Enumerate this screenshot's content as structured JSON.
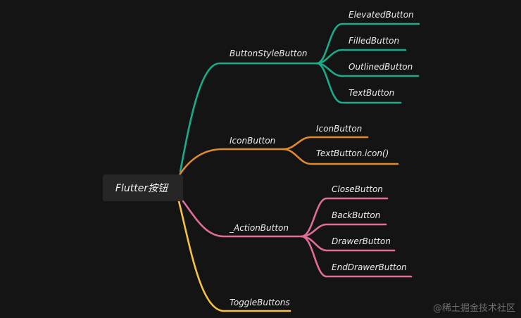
{
  "root": {
    "label": "Flutter按钮"
  },
  "branches": [
    {
      "label": "ButtonStyleButton",
      "color": "#1aab8a",
      "children": [
        "ElevatedButton",
        "FilledButton",
        "OutlinedButton",
        "TextButton"
      ]
    },
    {
      "label": "IconButton",
      "color": "#e08a2e",
      "children": [
        "IconButton",
        "TextButton.icon()"
      ]
    },
    {
      "label": "_ActionButton",
      "color": "#e06c9a",
      "children": [
        "CloseButton",
        "BackButton",
        "DrawerButton",
        "EndDrawerButton"
      ]
    },
    {
      "label": "ToggleButtons",
      "color": "#f5c242",
      "children": []
    }
  ],
  "watermark": "@稀土掘金技术社区"
}
